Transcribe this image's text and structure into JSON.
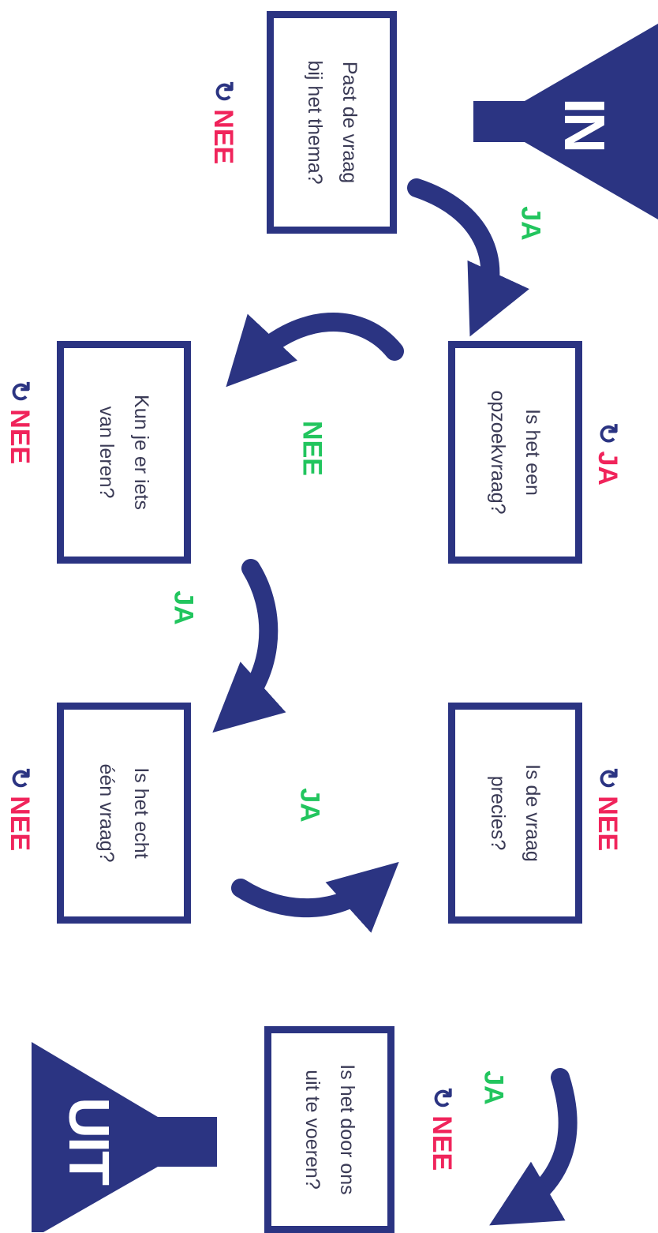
{
  "boxes": {
    "thema": [
      "Past de vraag",
      "bij het thema?"
    ],
    "opzoek": [
      "Is het een",
      "opzoekvraag?"
    ],
    "leren": [
      "Kun je er iets",
      "van leren?"
    ],
    "precies": [
      "Is de vraag",
      "precies?"
    ],
    "echt": [
      "Is het echt",
      "één vraag?"
    ],
    "uitvoeren": [
      "Is het door ons",
      "uit te voeren?"
    ]
  },
  "funnels": {
    "in": "IN",
    "out": "UIT"
  },
  "labels": {
    "ja": "JA",
    "nee": "NEE"
  },
  "retry_glyph": "↻",
  "colors": {
    "navy": "#2b3482",
    "green": "#22c55e",
    "red": "#f0245b"
  }
}
